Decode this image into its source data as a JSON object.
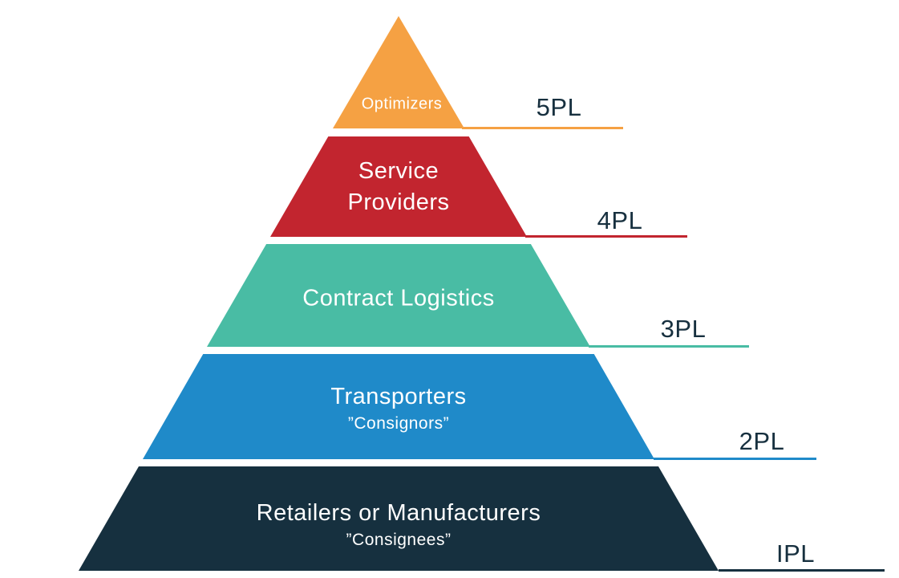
{
  "pyramid": {
    "layers": [
      {
        "tier": "5PL",
        "label": "Optimizers",
        "sublabel": "",
        "color": "#F5A143"
      },
      {
        "tier": "4PL",
        "label": "Service Providers",
        "sublabel": "",
        "color": "#C2252F"
      },
      {
        "tier": "3PL",
        "label": "Contract Logistics",
        "sublabel": "",
        "color": "#49BCA4"
      },
      {
        "tier": "2PL",
        "label": "Transporters",
        "sublabel": "”Consignors”",
        "color": "#1F8AC9"
      },
      {
        "tier": "IPL",
        "label": "Retailers or Manufacturers",
        "sublabel": "”Consignees”",
        "color": "#16303F"
      }
    ],
    "colors": {
      "background": "#FFFFFF",
      "layer_text": "#FFFFFF",
      "tier_label": "#17303F"
    }
  }
}
